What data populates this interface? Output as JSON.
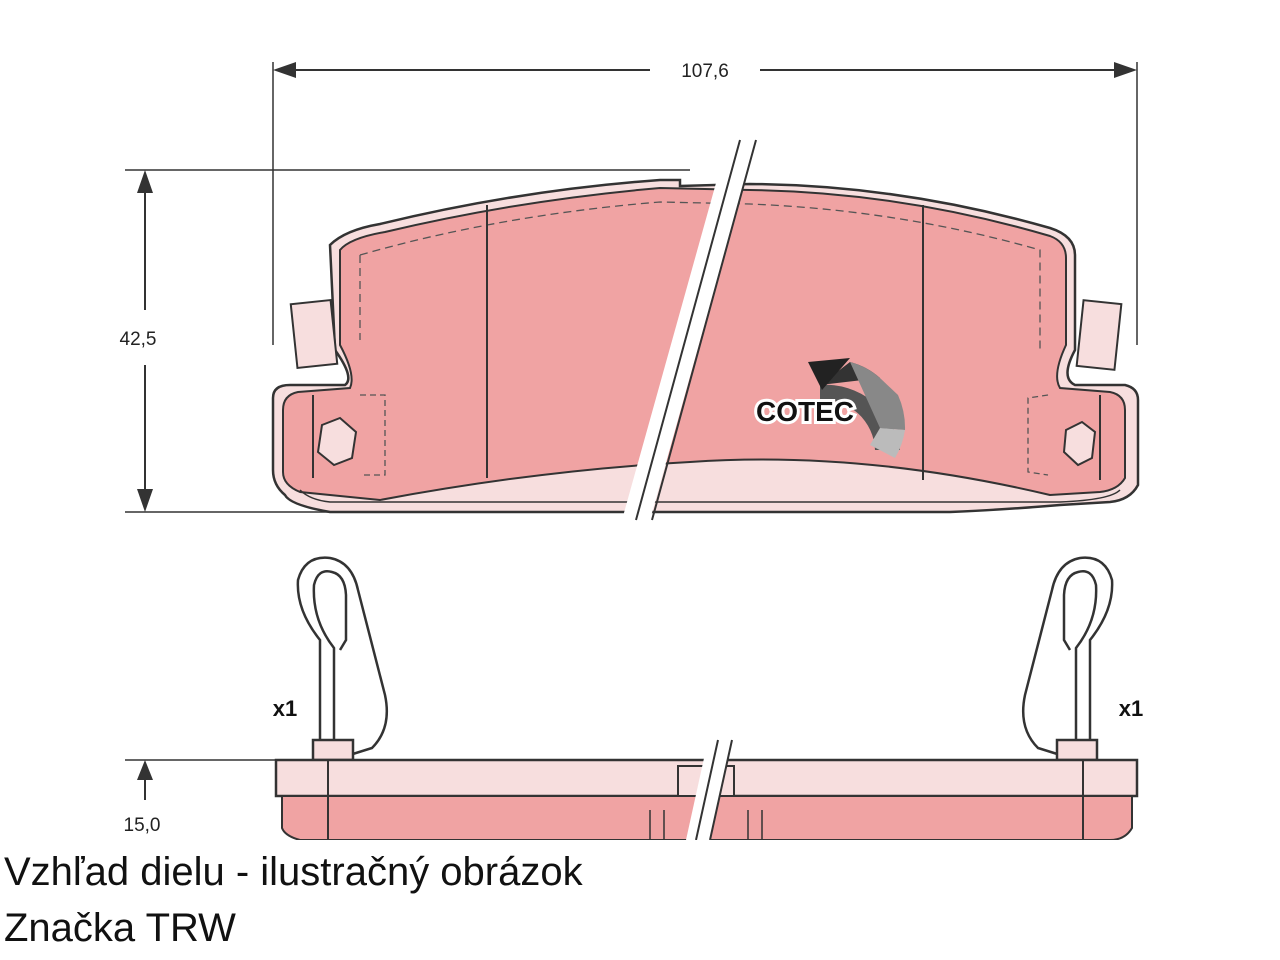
{
  "dimensions": {
    "width": "107,6",
    "height": "42,5",
    "thickness": "15,0"
  },
  "quantity": {
    "left": "x1",
    "right": "x1"
  },
  "logo": {
    "text": "COTEC"
  },
  "caption": {
    "line1": "Vzhľad dielu - ilustračný obrázok",
    "line2": "Značka TRW"
  },
  "colors": {
    "pad_fill": "#f0a3a3",
    "outline": "#333333",
    "background": "#ffffff"
  }
}
